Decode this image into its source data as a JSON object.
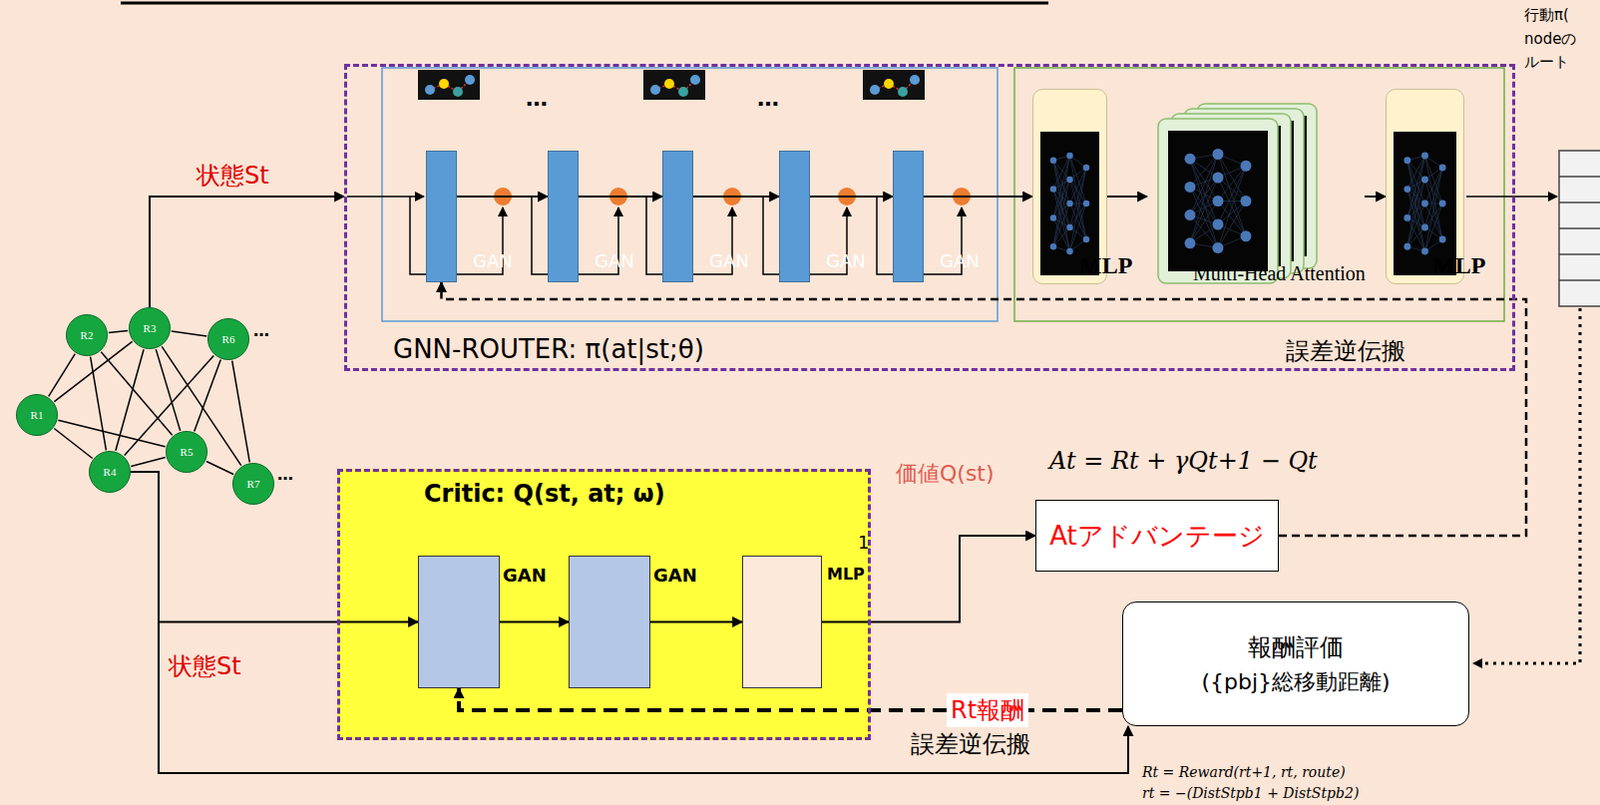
{
  "diagram": {
    "nodes": [
      {
        "text": [
          "GNN-ROUTER: π(at|st;θ)"
        ]
      },
      {
        "text": [
          "GAN"
        ],
        "in": 0
      },
      {
        "text": [
          "GAN"
        ],
        "in": 0
      },
      {
        "text": [
          "GAN"
        ],
        "in": 0
      },
      {
        "text": [
          "GAN"
        ],
        "in": 0
      },
      {
        "text": [
          "GAN"
        ],
        "in": 0
      },
      {
        "text": [
          "MLP"
        ],
        "in": 0
      },
      {
        "text": [
          "Multi-Head Attention"
        ],
        "in": 0
      },
      {
        "text": [
          "MLP"
        ],
        "in": 0
      },
      {
        "text": [
          "R2"
        ]
      },
      {
        "text": [
          "R3"
        ]
      },
      {
        "text": [
          "R6"
        ]
      },
      {
        "text": [
          "R1"
        ]
      },
      {
        "text": [
          "R5"
        ]
      },
      {
        "text": [
          "R4"
        ]
      },
      {
        "text": [
          "R7"
        ]
      },
      {
        "text": [
          "Critic: Q(st, at; ω)"
        ]
      },
      {
        "text": [
          "GAN"
        ],
        "in": 16
      },
      {
        "text": [
          "GAN"
        ],
        "in": 16
      },
      {
        "text": [
          "MLP"
        ],
        "in": 16
      },
      {
        "text": [
          "Atアドバンテージ"
        ]
      },
      {
        "text": [
          "報酬評価",
          "({pbj}総移動距離)"
        ]
      }
    ],
    "edges": [
      {
        "from": 1,
        "to": 2,
        "arrow": "to"
      },
      {
        "from": 2,
        "to": 3,
        "arrow": "to"
      },
      {
        "from": 3,
        "to": 4,
        "arrow": "to"
      },
      {
        "from": 4,
        "to": 5,
        "arrow": "to"
      },
      {
        "from": 5,
        "to": 6,
        "arrow": "to"
      },
      {
        "from": 6,
        "to": 7,
        "arrow": "to"
      },
      {
        "from": 7,
        "to": 8,
        "arrow": "to"
      },
      {
        "from": 12,
        "to": 9,
        "arrow": "none"
      },
      {
        "from": 12,
        "to": 10,
        "arrow": "none"
      },
      {
        "from": 12,
        "to": 14,
        "arrow": "none"
      },
      {
        "from": 12,
        "to": 13,
        "arrow": "none"
      },
      {
        "from": 9,
        "to": 10,
        "arrow": "none"
      },
      {
        "from": 9,
        "to": 14,
        "arrow": "none"
      },
      {
        "from": 9,
        "to": 13,
        "arrow": "none"
      },
      {
        "from": 10,
        "to": 14,
        "arrow": "none"
      },
      {
        "from": 10,
        "to": 11,
        "arrow": "none"
      },
      {
        "from": 10,
        "to": 13,
        "arrow": "none"
      },
      {
        "from": 10,
        "to": 15,
        "arrow": "none"
      },
      {
        "from": 14,
        "to": 13,
        "arrow": "none"
      },
      {
        "from": 14,
        "to": 11,
        "arrow": "none"
      },
      {
        "from": 13,
        "to": 11,
        "arrow": "none"
      },
      {
        "from": 11,
        "to": 15,
        "arrow": "none"
      },
      {
        "from": 13,
        "to": 15,
        "arrow": "none"
      },
      {
        "from": 10,
        "to": 0,
        "arrow": "to"
      },
      {
        "from": 14,
        "to": 17,
        "arrow": "to"
      },
      {
        "from": 14,
        "to": 21,
        "arrow": "to"
      },
      {
        "from": 17,
        "to": 18,
        "arrow": "to"
      },
      {
        "from": 18,
        "to": 19,
        "arrow": "to"
      },
      {
        "from": 19,
        "to": 20,
        "arrow": "to"
      },
      {
        "from": 20,
        "to": 1,
        "arrow": "to"
      },
      {
        "from": 21,
        "to": 17,
        "label": "Rt報酬",
        "arrow": "to"
      }
    ],
    "labels": [
      "…",
      "…",
      "行動π(",
      "nodeの",
      "ルート",
      "状態St",
      "…",
      "…",
      "誤差逆伝搬",
      "価値Q(st)",
      "At = Rt + γQt+1 − Qt",
      "1",
      "状態St",
      "誤差逆伝搬",
      "Rt = Reward(rt+1, rt, route)",
      "rt = −(DistStpb1 + DistStpb2)"
    ]
  }
}
